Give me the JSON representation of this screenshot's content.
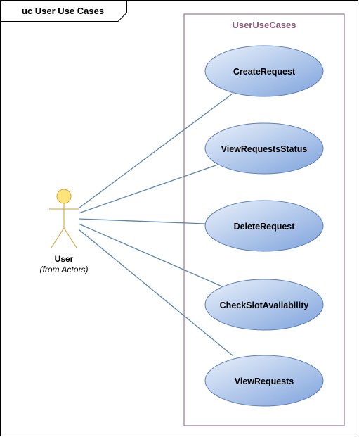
{
  "frame": {
    "title": "uc User Use Cases"
  },
  "boundary": {
    "title": "UserUseCases"
  },
  "actor": {
    "name": "User",
    "note": "(from Actors)",
    "icon": "stick-figure-actor-icon"
  },
  "use_cases": [
    {
      "label": "CreateRequest"
    },
    {
      "label": "ViewRequestsStatus"
    },
    {
      "label": "DeleteRequest"
    },
    {
      "label": "CheckSlotAvailability"
    },
    {
      "label": "ViewRequests"
    }
  ],
  "colors": {
    "use_case_fill_light": "#eaf1fb",
    "use_case_fill_dark": "#7ea3dc",
    "association_line": "#5b86ad",
    "boundary_stroke": "#8b5a7a",
    "actor_fill": "#fde47a"
  }
}
